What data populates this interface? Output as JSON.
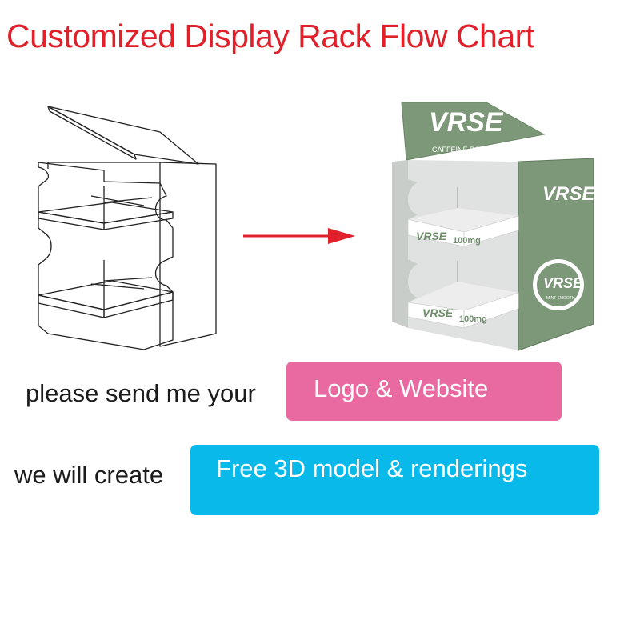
{
  "title": "Customized Display Rack Flow Chart",
  "render_labels": {
    "brand": "VRSE",
    "tagline": "CAFFEINE POUCHES",
    "shelf_label": "VRSE",
    "shelf_strength": "100mg",
    "side_brand": "VRSE",
    "badge_brand": "VRSE",
    "badge_sub": "MINT SMOOTH"
  },
  "colors": {
    "title": "#e0202a",
    "arrow": "#e0202a",
    "brand_green": "#7d9878",
    "pink": "#e96aa1",
    "cyan": "#08b9ea"
  },
  "step1": {
    "prompt": "please send me your",
    "button": "Logo & Website"
  },
  "step2": {
    "prompt": "we will create",
    "button": "Free 3D model & renderings"
  }
}
